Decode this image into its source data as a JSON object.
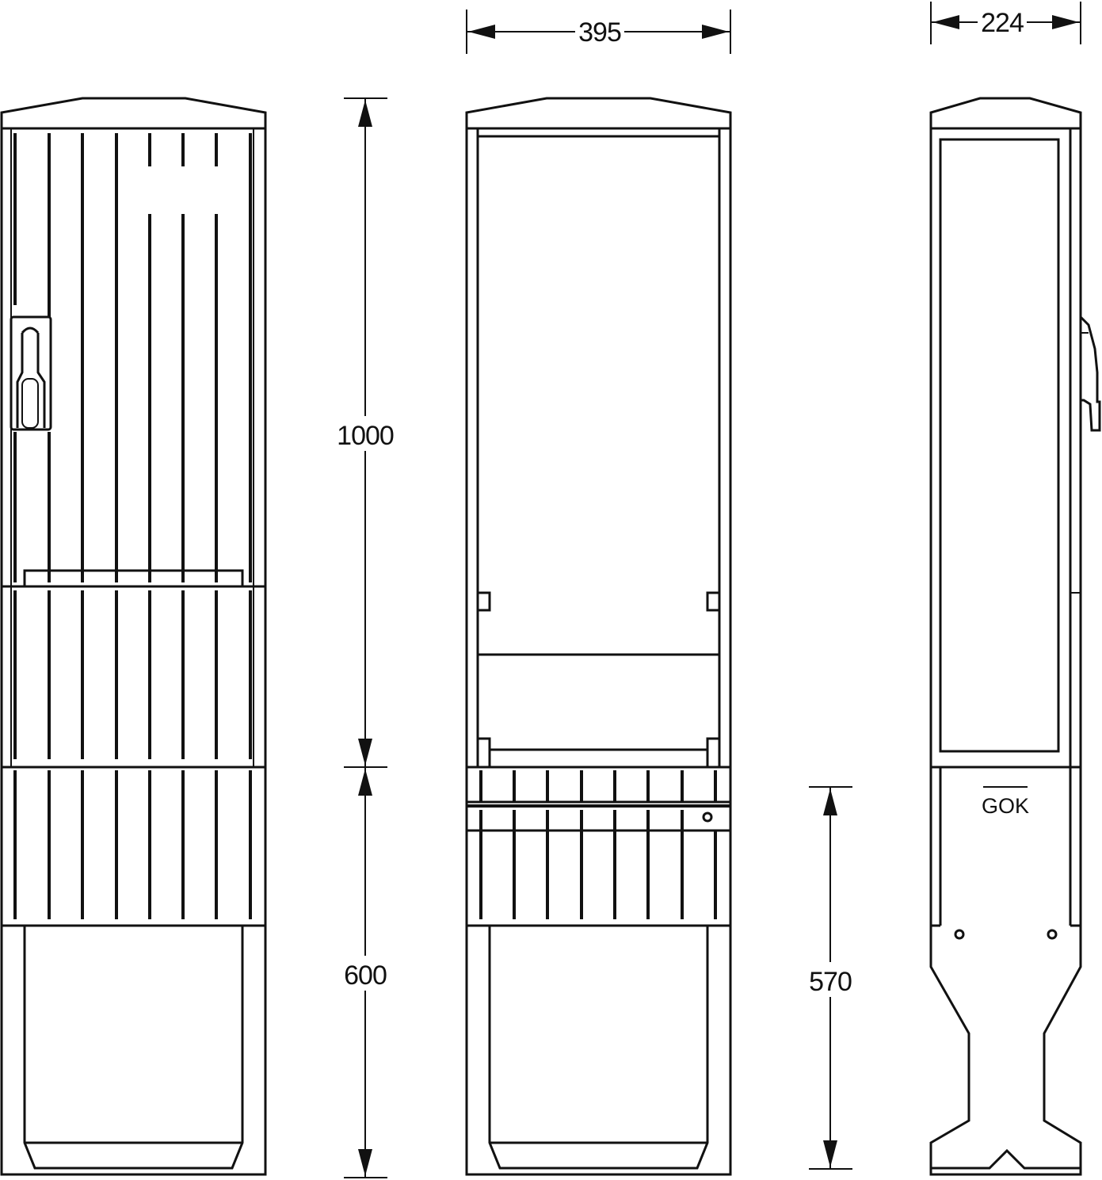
{
  "dimensions": {
    "width_front": "395",
    "depth_side": "224",
    "height_upper": "1000",
    "height_lower": "600",
    "depth_in_ground": "570"
  },
  "labels": {
    "ground_level": "GOK"
  }
}
